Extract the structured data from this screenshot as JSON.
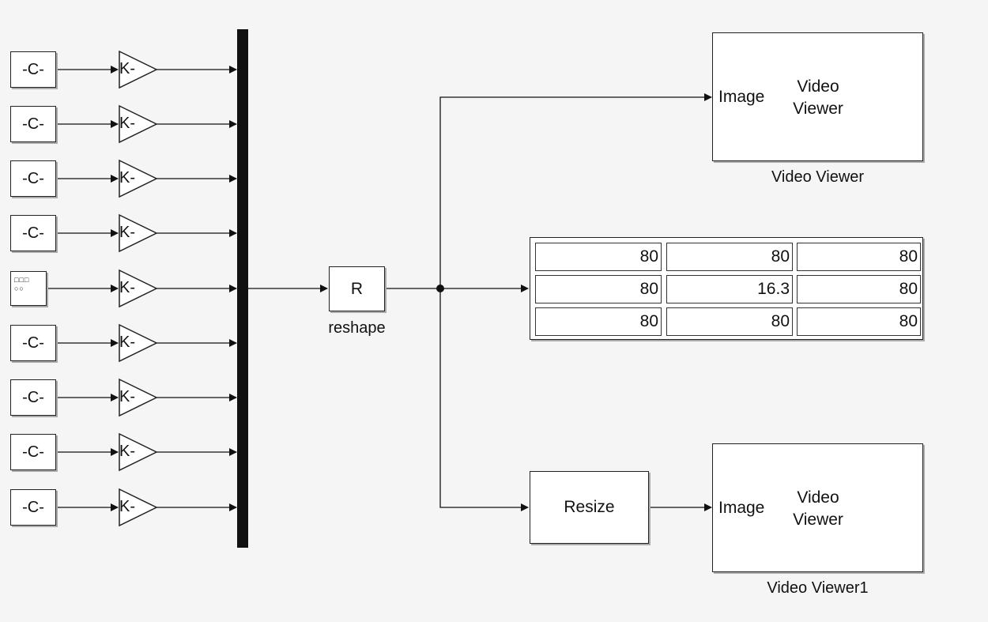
{
  "sources": {
    "constant_label": "-C-",
    "gain_label": "K-"
  },
  "reshape": {
    "symbol": "R",
    "caption": "reshape"
  },
  "viewer1": {
    "port": "Image",
    "title_line1": "Video",
    "title_line2": "Viewer",
    "caption": "Video Viewer"
  },
  "viewer2": {
    "port": "Image",
    "title_line1": "Video",
    "title_line2": "Viewer",
    "caption": "Video Viewer1"
  },
  "resize": {
    "label": "Resize"
  },
  "display": {
    "rows": [
      [
        "80",
        "80",
        "80"
      ],
      [
        "80",
        "16.3",
        "80"
      ],
      [
        "80",
        "80",
        "80"
      ]
    ]
  }
}
